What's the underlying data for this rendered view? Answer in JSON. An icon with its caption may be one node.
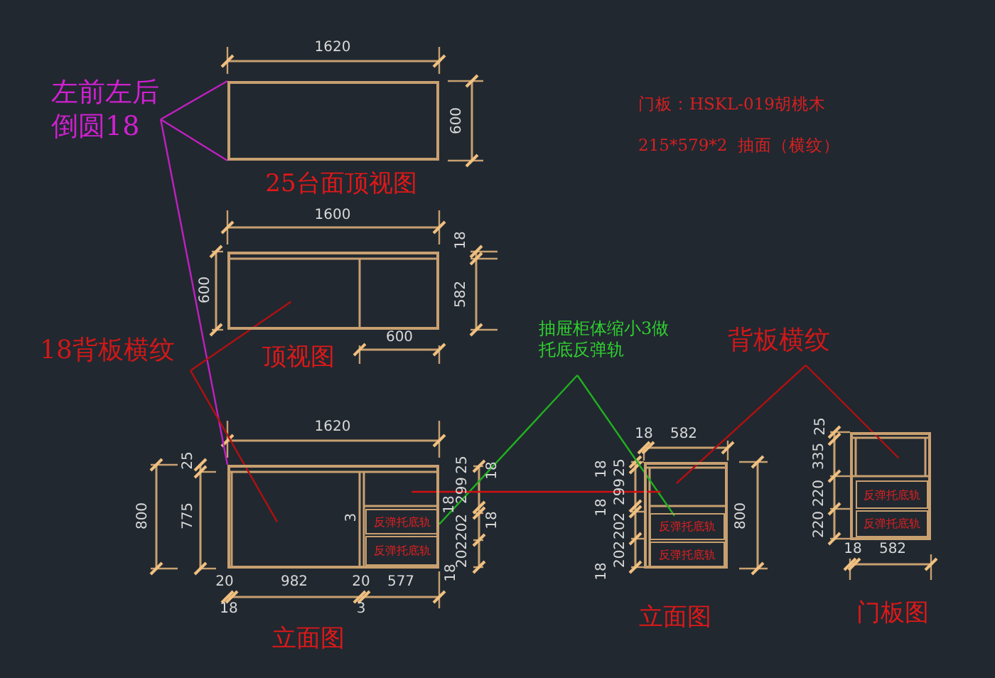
{
  "diagram": {
    "nodes": [
      {
        "text": [
          "左前左后倒圆18"
        ]
      },
      {
        "text": [],
        "shape": "box"
      },
      {
        "text": [],
        "shape": "box"
      },
      {
        "text": [
          "18背板横纹"
        ]
      },
      {
        "text": [],
        "shape": "box"
      },
      {
        "text": [
          "反弹托底轨"
        ],
        "in": 4
      },
      {
        "text": [
          "反弹托底轨"
        ],
        "in": 4
      },
      {
        "text": [
          "抽屉柜体缩小3做托底反弹轨"
        ]
      },
      {
        "text": [],
        "shape": "box"
      },
      {
        "text": [
          "反弹托底轨"
        ],
        "in": 8
      },
      {
        "text": [
          "反弹托底轨"
        ],
        "in": 8
      },
      {
        "text": [
          "背板横纹"
        ]
      },
      {
        "text": [],
        "shape": "box"
      },
      {
        "text": [
          "反弹托底轨"
        ],
        "in": 12
      },
      {
        "text": [
          "反弹托底轨"
        ],
        "in": 12
      }
    ],
    "edges": [
      {
        "from": 0,
        "to": 1,
        "arrow": "none",
        "color": "#c020c0"
      },
      {
        "from": 0,
        "to": 1,
        "arrow": "none",
        "color": "#c020c0"
      },
      {
        "from": 0,
        "to": 4,
        "arrow": "none",
        "color": "#c020c0"
      },
      {
        "from": 3,
        "to": 2,
        "arrow": "none",
        "color": "#b01010"
      },
      {
        "from": 3,
        "to": 4,
        "arrow": "none",
        "color": "#b01010"
      },
      {
        "from": 7,
        "to": 5,
        "arrow": "none",
        "color": "#20b020"
      },
      {
        "from": 7,
        "to": 9,
        "arrow": "none",
        "color": "#20b020"
      },
      {
        "from": 11,
        "to": 8,
        "arrow": "none",
        "color": "#b01010"
      },
      {
        "from": 11,
        "to": 12,
        "arrow": "none",
        "color": "#b01010"
      },
      {
        "from": 4,
        "to": 8,
        "arrow": "none",
        "color": "#d01010"
      }
    ],
    "labels": [
      "1620",
      "600",
      "门板：HSKL-019胡桃木",
      "215*579*2  抽面（横纹）",
      "25台面顶视图",
      "1600",
      "600",
      "18",
      "582",
      "600",
      "顶视图",
      "1620",
      "800",
      "25",
      "775",
      "25",
      "18",
      "299",
      "3",
      "18",
      "18",
      "202",
      "202",
      "18",
      "20",
      "982",
      "20",
      "577",
      "18",
      "3",
      "立面图",
      "18",
      "582",
      "18",
      "25",
      "299",
      "18",
      "202",
      "202",
      "18",
      "800",
      "25",
      "335",
      "220",
      "220",
      "18",
      "582",
      "立面图",
      "门板图"
    ]
  }
}
